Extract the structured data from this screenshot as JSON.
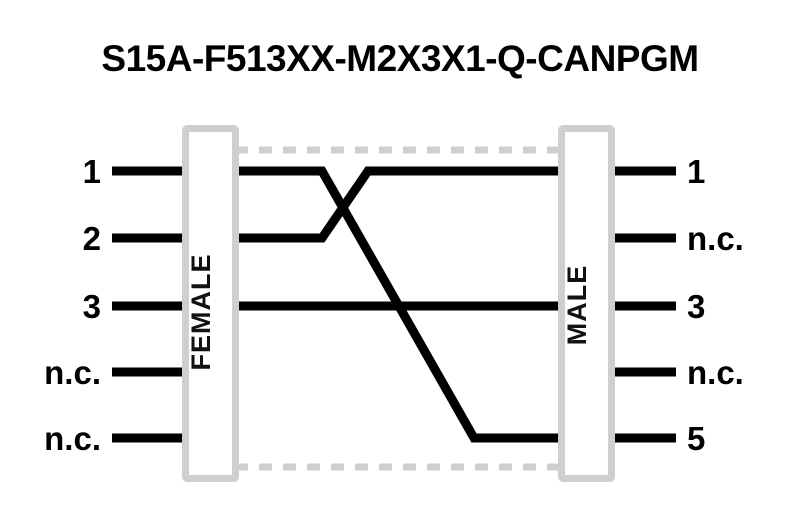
{
  "title": "S15A-F513XX-M2X3X1-Q-CANPGM",
  "connectors": {
    "left": {
      "label": "FEMALE"
    },
    "right": {
      "label": "MALE"
    }
  },
  "pins": {
    "left": [
      {
        "label": "1"
      },
      {
        "label": "2"
      },
      {
        "label": "3"
      },
      {
        "label": "n.c."
      },
      {
        "label": "n.c."
      }
    ],
    "right": [
      {
        "label": "1"
      },
      {
        "label": "n.c."
      },
      {
        "label": "3"
      },
      {
        "label": "n.c."
      },
      {
        "label": "5"
      }
    ]
  },
  "connections": [
    {
      "from": "2",
      "to": "1"
    },
    {
      "from": "1",
      "to": "5"
    },
    {
      "from": "3",
      "to": "3"
    }
  ],
  "colors": {
    "wire": "#000000",
    "shield": "#cfcfcf",
    "connector_outline": "#cfcfcf",
    "text": "#000000",
    "background": "#ffffff"
  }
}
